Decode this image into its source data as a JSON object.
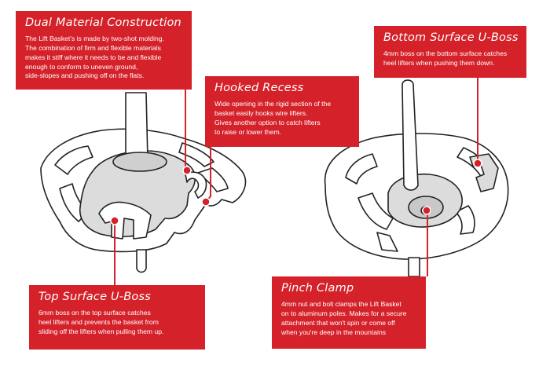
{
  "colors": {
    "accent": "#d4212a",
    "line_art": "#222222",
    "fill_light": "#ffffff",
    "fill_gray": "#dcdcdc"
  },
  "callouts": {
    "dual": {
      "title": "Dual Material Construction",
      "body": "The Lift Basket's is made by two-shot molding.\nThe combination of firm and flexible materials\nmakes it stiff where it needs to be and flexible\nenough to conform to uneven ground,\nside-slopes and pushing off on the flats."
    },
    "hooked": {
      "title": "Hooked Recess",
      "body": "Wide opening in the rigid section of the\nbasket easily hooks wire lifters.\nGives another option to catch lifters\nto raise or lower them."
    },
    "bottom": {
      "title": "Bottom Surface U-Boss",
      "body": "4mm boss on the bottom surface catches\nheel lifters when pushing them down."
    },
    "top": {
      "title": "Top Surface U-Boss",
      "body": "6mm boss on the top surface catches\nheel lifters  and prevents the basket from\nsliding off the lifters when pulling them up."
    },
    "pinch": {
      "title": "Pinch Clamp",
      "body": "4mm nut and bolt clamps the Lift Basket\non to aluminum poles. Makes for a secure\nattachment that won't spin or come off\nwhen you're deep in the mountains"
    }
  }
}
